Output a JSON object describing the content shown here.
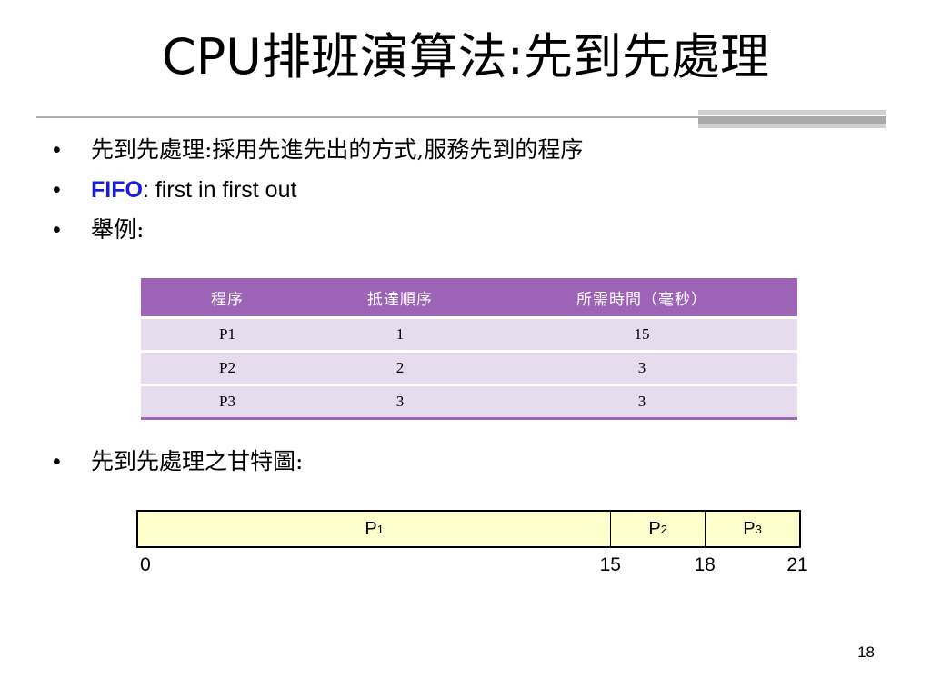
{
  "slide": {
    "title": "CPU排班演算法:先到先處理",
    "page_number": "18"
  },
  "bullets": {
    "item1": "先到先處理:採用先進先出的方式,服務先到的程序",
    "item2_term": "FIFO",
    "item2_rest": ": first in first out",
    "item3": "舉例:",
    "item4": "先到先處理之甘特圖:",
    "marker": "•"
  },
  "table": {
    "headers": [
      "程序",
      "抵達順序",
      "所需時間（毫秒）"
    ],
    "rows": [
      [
        "P1",
        "1",
        "15"
      ],
      [
        "P2",
        "2",
        "3"
      ],
      [
        "P3",
        "3",
        "3"
      ]
    ]
  },
  "gantt": {
    "total": 21,
    "blocks": [
      {
        "process": "P",
        "index": "1",
        "start": 0,
        "end": 15
      },
      {
        "process": "P",
        "index": "2",
        "start": 15,
        "end": 18
      },
      {
        "process": "P",
        "index": "3",
        "start": 18,
        "end": 21
      }
    ],
    "ticks": [
      "0",
      "15",
      "18",
      "21"
    ]
  },
  "colors": {
    "header_bg": "#9c63b7",
    "row_bg": "#e7dbee",
    "gantt_fill": "#ffffcc",
    "fifo_text": "#1a1adb"
  }
}
